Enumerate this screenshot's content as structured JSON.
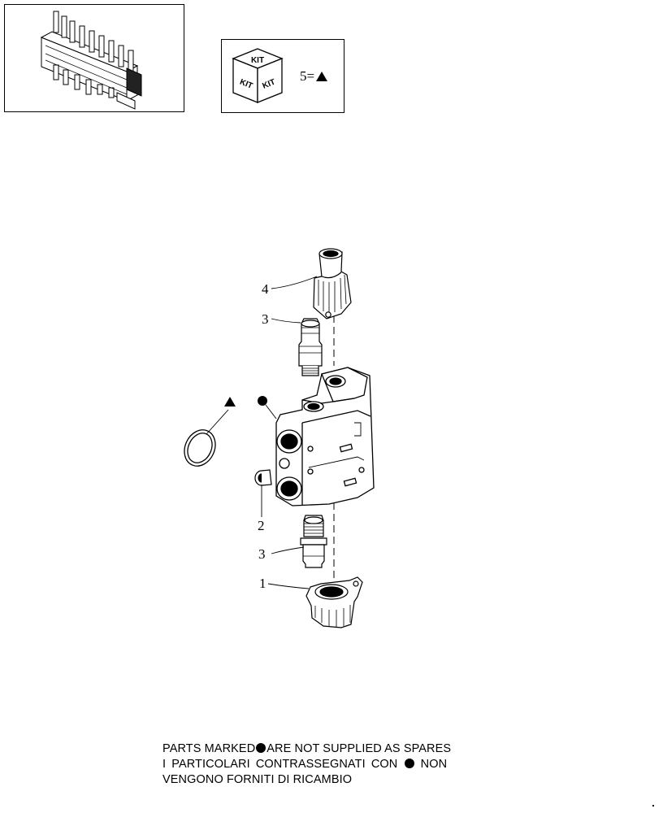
{
  "kit_legend": {
    "icon_labels": [
      "KIT",
      "KIT",
      "KIT"
    ],
    "item_number": "5",
    "equals": "=",
    "symbol": "triangle"
  },
  "callouts": [
    {
      "number": "4"
    },
    {
      "number": "3"
    },
    {
      "number": "2"
    },
    {
      "number": "3"
    },
    {
      "number": "1"
    }
  ],
  "markers": [
    "triangle",
    "circle"
  ],
  "note": {
    "line1_before": "PARTS MARKED",
    "line1_after": "ARE NOT SUPPLIED AS SPARES",
    "line2_before": "I PARTICOLARI CONTRASSEGNATI CON",
    "line2_after": "NON",
    "line3": "VENGONO FORNITI DI RICAMBIO"
  },
  "colors": {
    "ink": "#000000",
    "paper": "#ffffff"
  }
}
